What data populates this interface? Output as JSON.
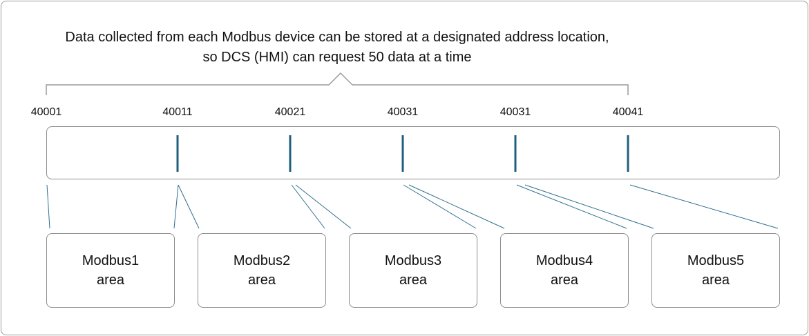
{
  "caption": {
    "line1": "Data collected from each Modbus device can be stored at a designated address location,",
    "line2": "so DCS (HMI) can request 50 data at a time"
  },
  "addresses": [
    "40001",
    "40011",
    "40021",
    "40031",
    "40031",
    "40041"
  ],
  "areas": [
    {
      "name": "Modbus1",
      "label": "area"
    },
    {
      "name": "Modbus2",
      "label": "area"
    },
    {
      "name": "Modbus3",
      "label": "area"
    },
    {
      "name": "Modbus4",
      "label": "area"
    },
    {
      "name": "Modbus5",
      "label": "area"
    }
  ],
  "colors": {
    "divider": "#1f5f7e",
    "connector": "#2e6f8e",
    "brace": "#9a9a9a",
    "border": "#8c8c8c"
  }
}
